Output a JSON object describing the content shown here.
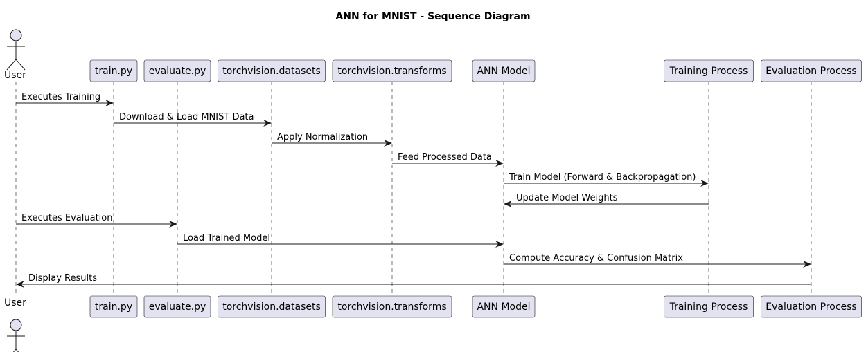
{
  "title": "ANN for MNIST - Sequence Diagram",
  "colors": {
    "participant_fill": "#e2e2f0",
    "participant_stroke": "#181818",
    "lifeline": "#181818",
    "arrow": "#181818"
  },
  "participants": [
    {
      "id": "user",
      "label": "User",
      "kind": "actor"
    },
    {
      "id": "train",
      "label": "train.py",
      "kind": "box"
    },
    {
      "id": "evaluate",
      "label": "evaluate.py",
      "kind": "box"
    },
    {
      "id": "datasets",
      "label": "torchvision.datasets",
      "kind": "box"
    },
    {
      "id": "transforms",
      "label": "torchvision.transforms",
      "kind": "box"
    },
    {
      "id": "ann",
      "label": "ANN Model",
      "kind": "box"
    },
    {
      "id": "training",
      "label": "Training Process",
      "kind": "box"
    },
    {
      "id": "evaluation",
      "label": "Evaluation Process",
      "kind": "box"
    }
  ],
  "messages": [
    {
      "from": "user",
      "to": "train",
      "label": "Executes Training"
    },
    {
      "from": "train",
      "to": "datasets",
      "label": "Download & Load MNIST Data"
    },
    {
      "from": "datasets",
      "to": "transforms",
      "label": "Apply Normalization"
    },
    {
      "from": "transforms",
      "to": "ann",
      "label": "Feed Processed Data"
    },
    {
      "from": "ann",
      "to": "training",
      "label": "Train Model (Forward & Backpropagation)"
    },
    {
      "from": "training",
      "to": "ann",
      "label": "Update Model Weights"
    },
    {
      "from": "user",
      "to": "evaluate",
      "label": "Executes Evaluation"
    },
    {
      "from": "evaluate",
      "to": "ann",
      "label": "Load Trained Model"
    },
    {
      "from": "ann",
      "to": "evaluation",
      "label": "Compute Accuracy & Confusion Matrix"
    },
    {
      "from": "evaluation",
      "to": "user",
      "label": "Display Results"
    }
  ]
}
